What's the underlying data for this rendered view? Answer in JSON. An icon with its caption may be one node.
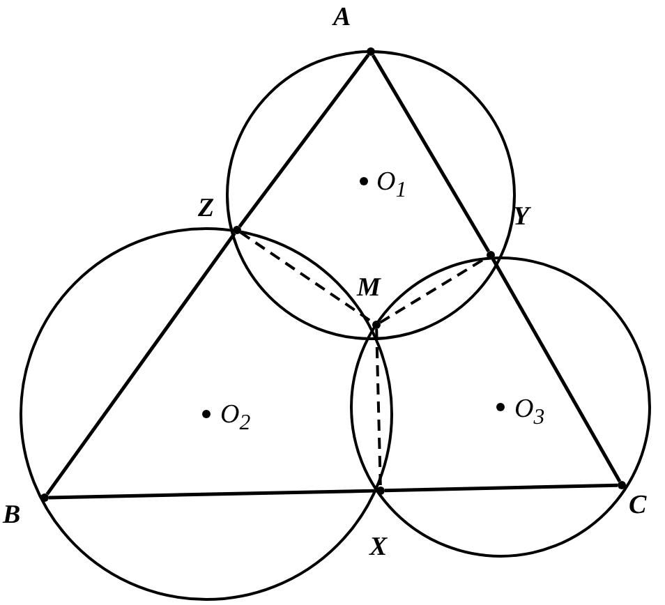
{
  "diagram": {
    "nodes": [
      {
        "text": [],
        "shape": "dot",
        "beside": [
          "A"
        ]
      },
      {
        "text": [],
        "shape": "dot",
        "beside": [
          "Z"
        ]
      },
      {
        "text": [],
        "shape": "dot",
        "beside": [
          "M"
        ]
      },
      {
        "text": [],
        "shape": "dot",
        "beside": [
          "Y"
        ]
      },
      {
        "text": [],
        "shape": "dot",
        "beside": [
          "B"
        ]
      },
      {
        "text": [],
        "shape": "dot",
        "beside": [
          "X"
        ]
      },
      {
        "text": [],
        "shape": "dot",
        "beside": [
          "C"
        ]
      }
    ],
    "edges": [
      {
        "from": 0,
        "to": 1,
        "arrow": "none"
      },
      {
        "from": 1,
        "to": 4,
        "arrow": "none"
      },
      {
        "from": 4,
        "to": 5,
        "arrow": "none"
      },
      {
        "from": 5,
        "to": 6,
        "arrow": "none"
      },
      {
        "from": 6,
        "to": 3,
        "arrow": "none"
      },
      {
        "from": 3,
        "to": 0,
        "arrow": "none"
      },
      {
        "from": 1,
        "to": 2,
        "arrow": "none",
        "style": "dashed"
      },
      {
        "from": 2,
        "to": 3,
        "arrow": "none",
        "style": "dashed"
      },
      {
        "from": 2,
        "to": 5,
        "arrow": "none",
        "style": "dashed"
      }
    ],
    "labels": [
      "O$_{1}$",
      "O$_{2}$",
      "O$_{3}$"
    ]
  }
}
